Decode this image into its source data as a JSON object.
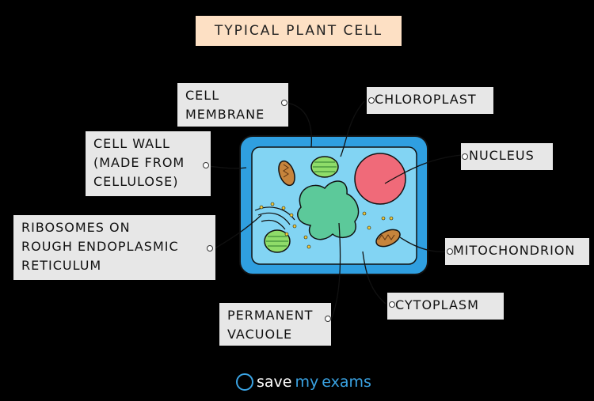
{
  "title": "TYPICAL PLANT CELL",
  "labels": {
    "cell_membrane": [
      "CELL",
      "MEMBRANE"
    ],
    "chloroplast": [
      "CHLOROPLAST"
    ],
    "cell_wall": [
      "CELL WALL",
      "(MADE FROM",
      "CELLULOSE)"
    ],
    "nucleus": [
      "NUCLEUS"
    ],
    "ribosomes": [
      "RIBOSOMES ON",
      "ROUGH ENDOPLASMIC",
      "RETICULUM"
    ],
    "mitochondrion": [
      "MITOCHONDRION"
    ],
    "cytoplasm": [
      "CYTOPLASM"
    ],
    "vacuole": [
      "PERMANENT",
      "VACUOLE"
    ]
  },
  "logo": {
    "text_a": "save",
    "text_b": "my",
    "text_c": "exams"
  },
  "colors": {
    "cell_wall": "#2f9fe0",
    "cytoplasm": "#82d4f3",
    "vacuole": "#5cc99a",
    "nucleus": "#f06a79",
    "chloroplast": "#8fdc69",
    "mitochondrion": "#c6843c"
  }
}
